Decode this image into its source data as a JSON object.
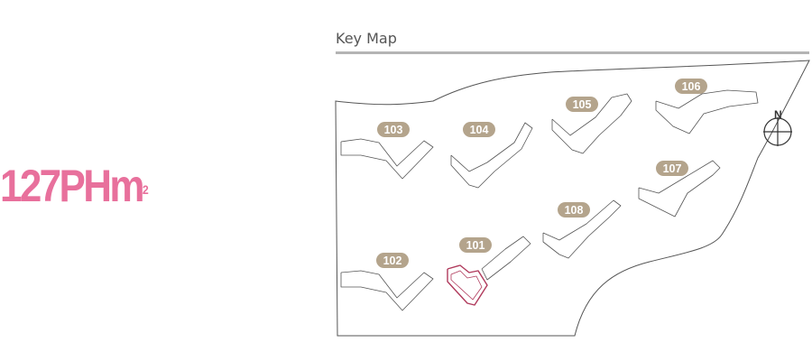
{
  "unit": {
    "code": "127PHm",
    "code_sup": "2"
  },
  "keymap": {
    "title": "Key Map",
    "north_label": "N",
    "highlight_color": "#b03a5c",
    "badge_color": "#b4a48c",
    "buildings": [
      {
        "label": "103"
      },
      {
        "label": "104"
      },
      {
        "label": "105"
      },
      {
        "label": "106"
      },
      {
        "label": "107"
      },
      {
        "label": "108"
      },
      {
        "label": "101",
        "highlighted": true
      },
      {
        "label": "102"
      }
    ]
  }
}
